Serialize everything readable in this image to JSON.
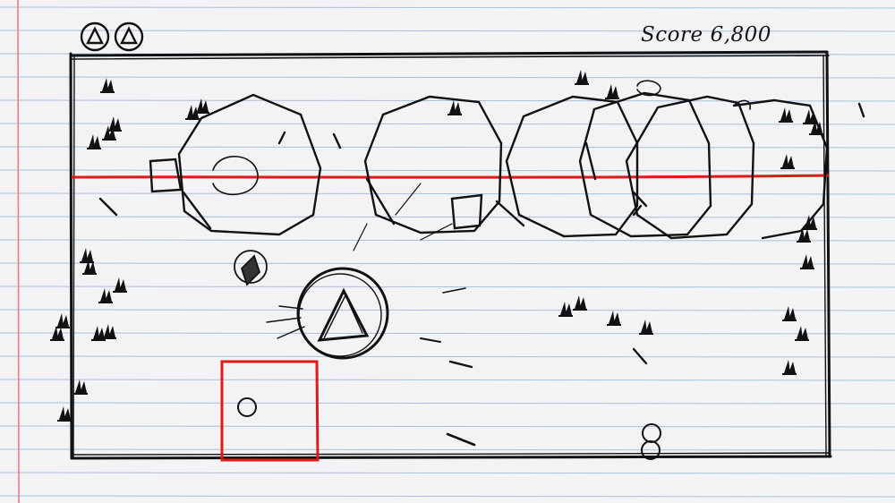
{
  "hud": {
    "score_label": "Score",
    "score_value": "6,800",
    "lives_remaining": 2
  },
  "colors": {
    "paper": "#f3f3f5",
    "ruled_line": "#a9bfd8",
    "margin_line": "#e87f86",
    "ink": "#111111",
    "red_ink": "#e01919"
  },
  "icons": {
    "life": "triangle-ship-icon",
    "player": "triangle-ship-icon",
    "enemy": "spike-cone-icon",
    "wall_enemy": "octagon-wall-icon"
  }
}
